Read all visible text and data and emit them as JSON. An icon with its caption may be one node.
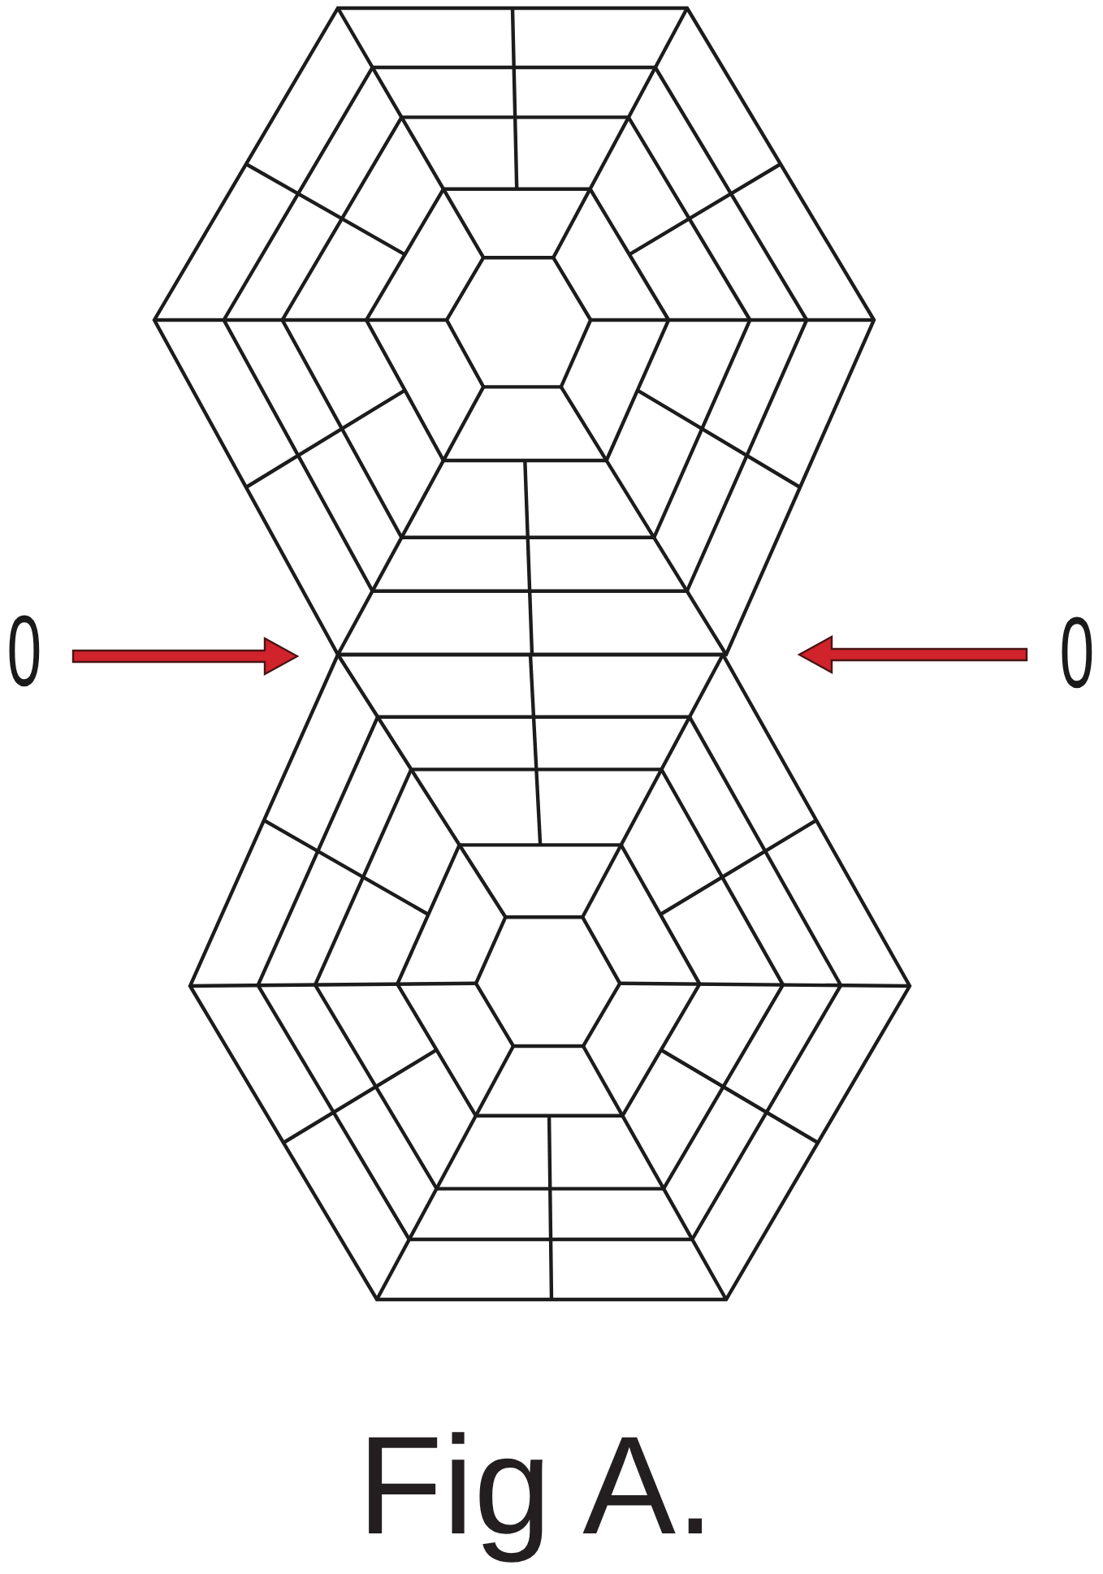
{
  "diagram": {
    "caption": "Fig A.",
    "labels": [
      "0",
      "0"
    ]
  }
}
